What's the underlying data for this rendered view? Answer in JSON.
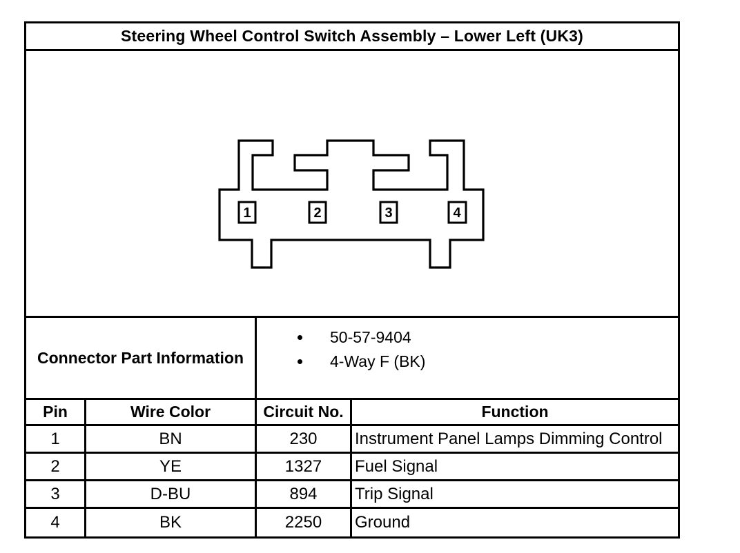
{
  "title": "Steering Wheel Control Switch Assembly – Lower Left (UK3)",
  "connector_diagram": {
    "pin_labels": [
      "1",
      "2",
      "3",
      "4"
    ]
  },
  "part_info": {
    "label": "Connector Part Information",
    "items": [
      "50-57-9404",
      "4-Way F (BK)"
    ]
  },
  "pin_table": {
    "headers": [
      "Pin",
      "Wire Color",
      "Circuit No.",
      "Function"
    ],
    "rows": [
      {
        "pin": "1",
        "wire_color": "BN",
        "circuit_no": "230",
        "function": "Instrument Panel Lamps Dimming Control"
      },
      {
        "pin": "2",
        "wire_color": "YE",
        "circuit_no": "1327",
        "function": "Fuel Signal"
      },
      {
        "pin": "3",
        "wire_color": "D-BU",
        "circuit_no": "894",
        "function": "Trip Signal"
      },
      {
        "pin": "4",
        "wire_color": "BK",
        "circuit_no": "2250",
        "function": "Ground"
      }
    ]
  },
  "colors": {
    "ink": "#000000",
    "paper": "#ffffff"
  }
}
